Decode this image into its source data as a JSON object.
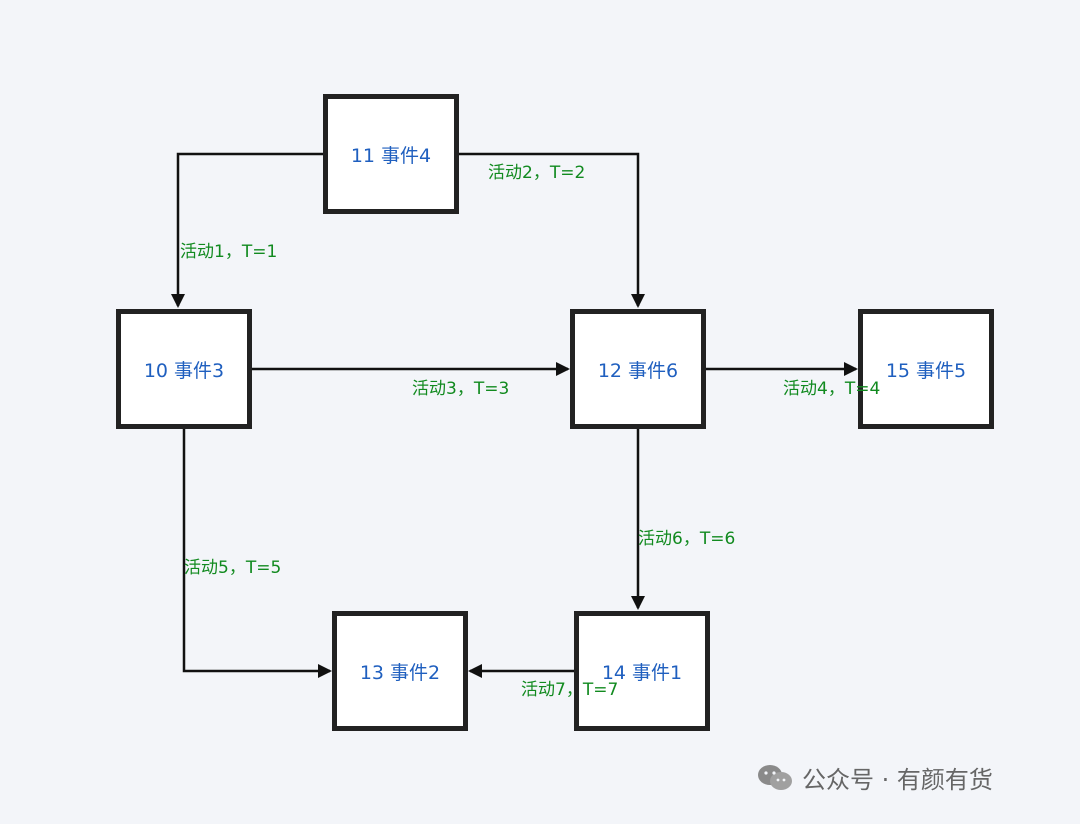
{
  "nodes": {
    "n11": "11 事件4",
    "n10": "10 事件3",
    "n12": "12 事件6",
    "n15": "15 事件5",
    "n13": "13 事件2",
    "n14": "14 事件1"
  },
  "edges": {
    "a1": "活动1，T=1",
    "a2": "活动2，T=2",
    "a3": "活动3，T=3",
    "a4": "活动4，T=4",
    "a5": "活动5，T=5",
    "a6": "活动6，T=6",
    "a7": "活动7，T=7"
  },
  "watermark": {
    "text": "公众号 · 有颜有货"
  },
  "colors": {
    "node_text": "#1f5fbf",
    "edge_text": "#118a1f",
    "line": "#111111"
  }
}
